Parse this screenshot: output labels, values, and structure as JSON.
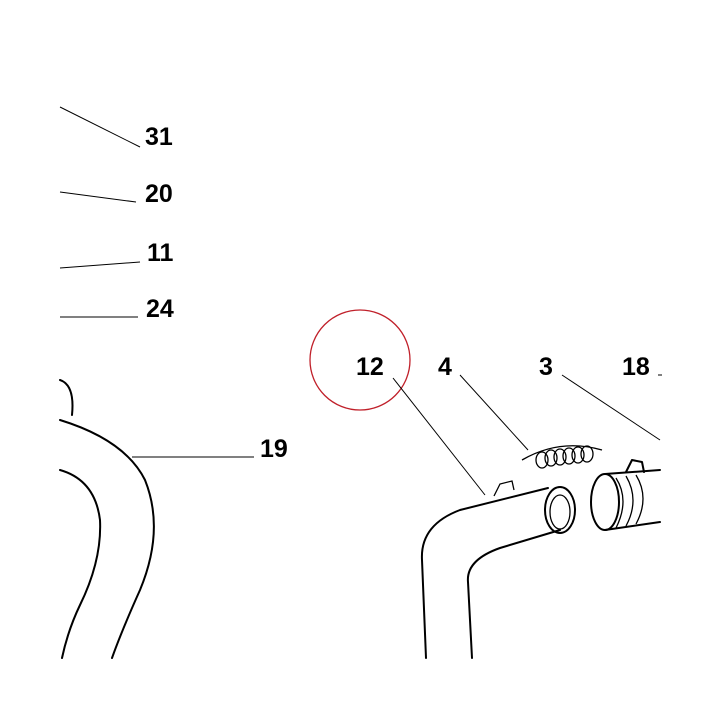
{
  "callouts": {
    "c31": "31",
    "c20": "20",
    "c11": "11",
    "c24": "24",
    "c19": "19",
    "c12": "12",
    "c4": "4",
    "c3": "3",
    "c18": "18"
  },
  "highlight": {
    "target_callout": "12",
    "color": "#c0202a"
  }
}
